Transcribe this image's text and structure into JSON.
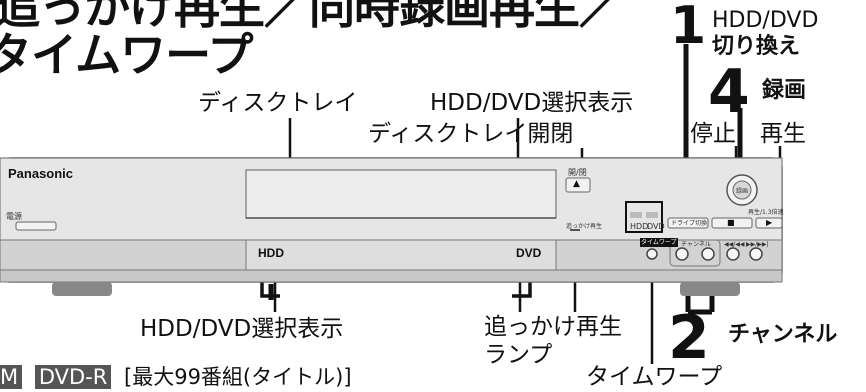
{
  "title": {
    "line1": "追っかけ再生／同時録画再生／",
    "line2": "タイムワープ"
  },
  "callouts": {
    "disc_tray": "ディスクトレイ",
    "hdd_dvd_indicator_top": "HDD/DVD選択表示",
    "disc_tray_open_close": "ディスクトレイ開閉",
    "hdd_dvd_switch_num": "1",
    "hdd_dvd_switch_line1": "HDD/DVD",
    "hdd_dvd_switch_line2": "切り換え",
    "record_num": "4",
    "record": "録画",
    "stop": "停止",
    "play": "再生",
    "hdd_dvd_indicator_bottom": "HDD/DVD選択表示",
    "chase_play_lamp_line1": "追っかけ再生",
    "chase_play_lamp_line2": "ランプ",
    "channel_num": "2",
    "channel": "チャンネル",
    "time_warp": "タイムワープ"
  },
  "footnote": {
    "tag_ram": "M",
    "tag_dvdr": "DVD-R",
    "text": "[最大99番組(タイトル)]"
  },
  "device": {
    "brand": "Panasonic",
    "power_label": "電源",
    "open_close_label": "開/閉",
    "hdd_label": "HDD",
    "dvd_label": "DVD",
    "hdd_small": "HDD",
    "dvd_small": "DVD",
    "chase_label": "追っかけ再生",
    "drive_select": "ドライブ切換",
    "time_warp_small": "タイムワープ",
    "channel_small": "チャンネル",
    "play_small": "再生/1.3倍速",
    "record_small": "録画",
    "skip_back": "◀◀/◀◀",
    "skip_fwd": "▶▶/▶▶|"
  }
}
